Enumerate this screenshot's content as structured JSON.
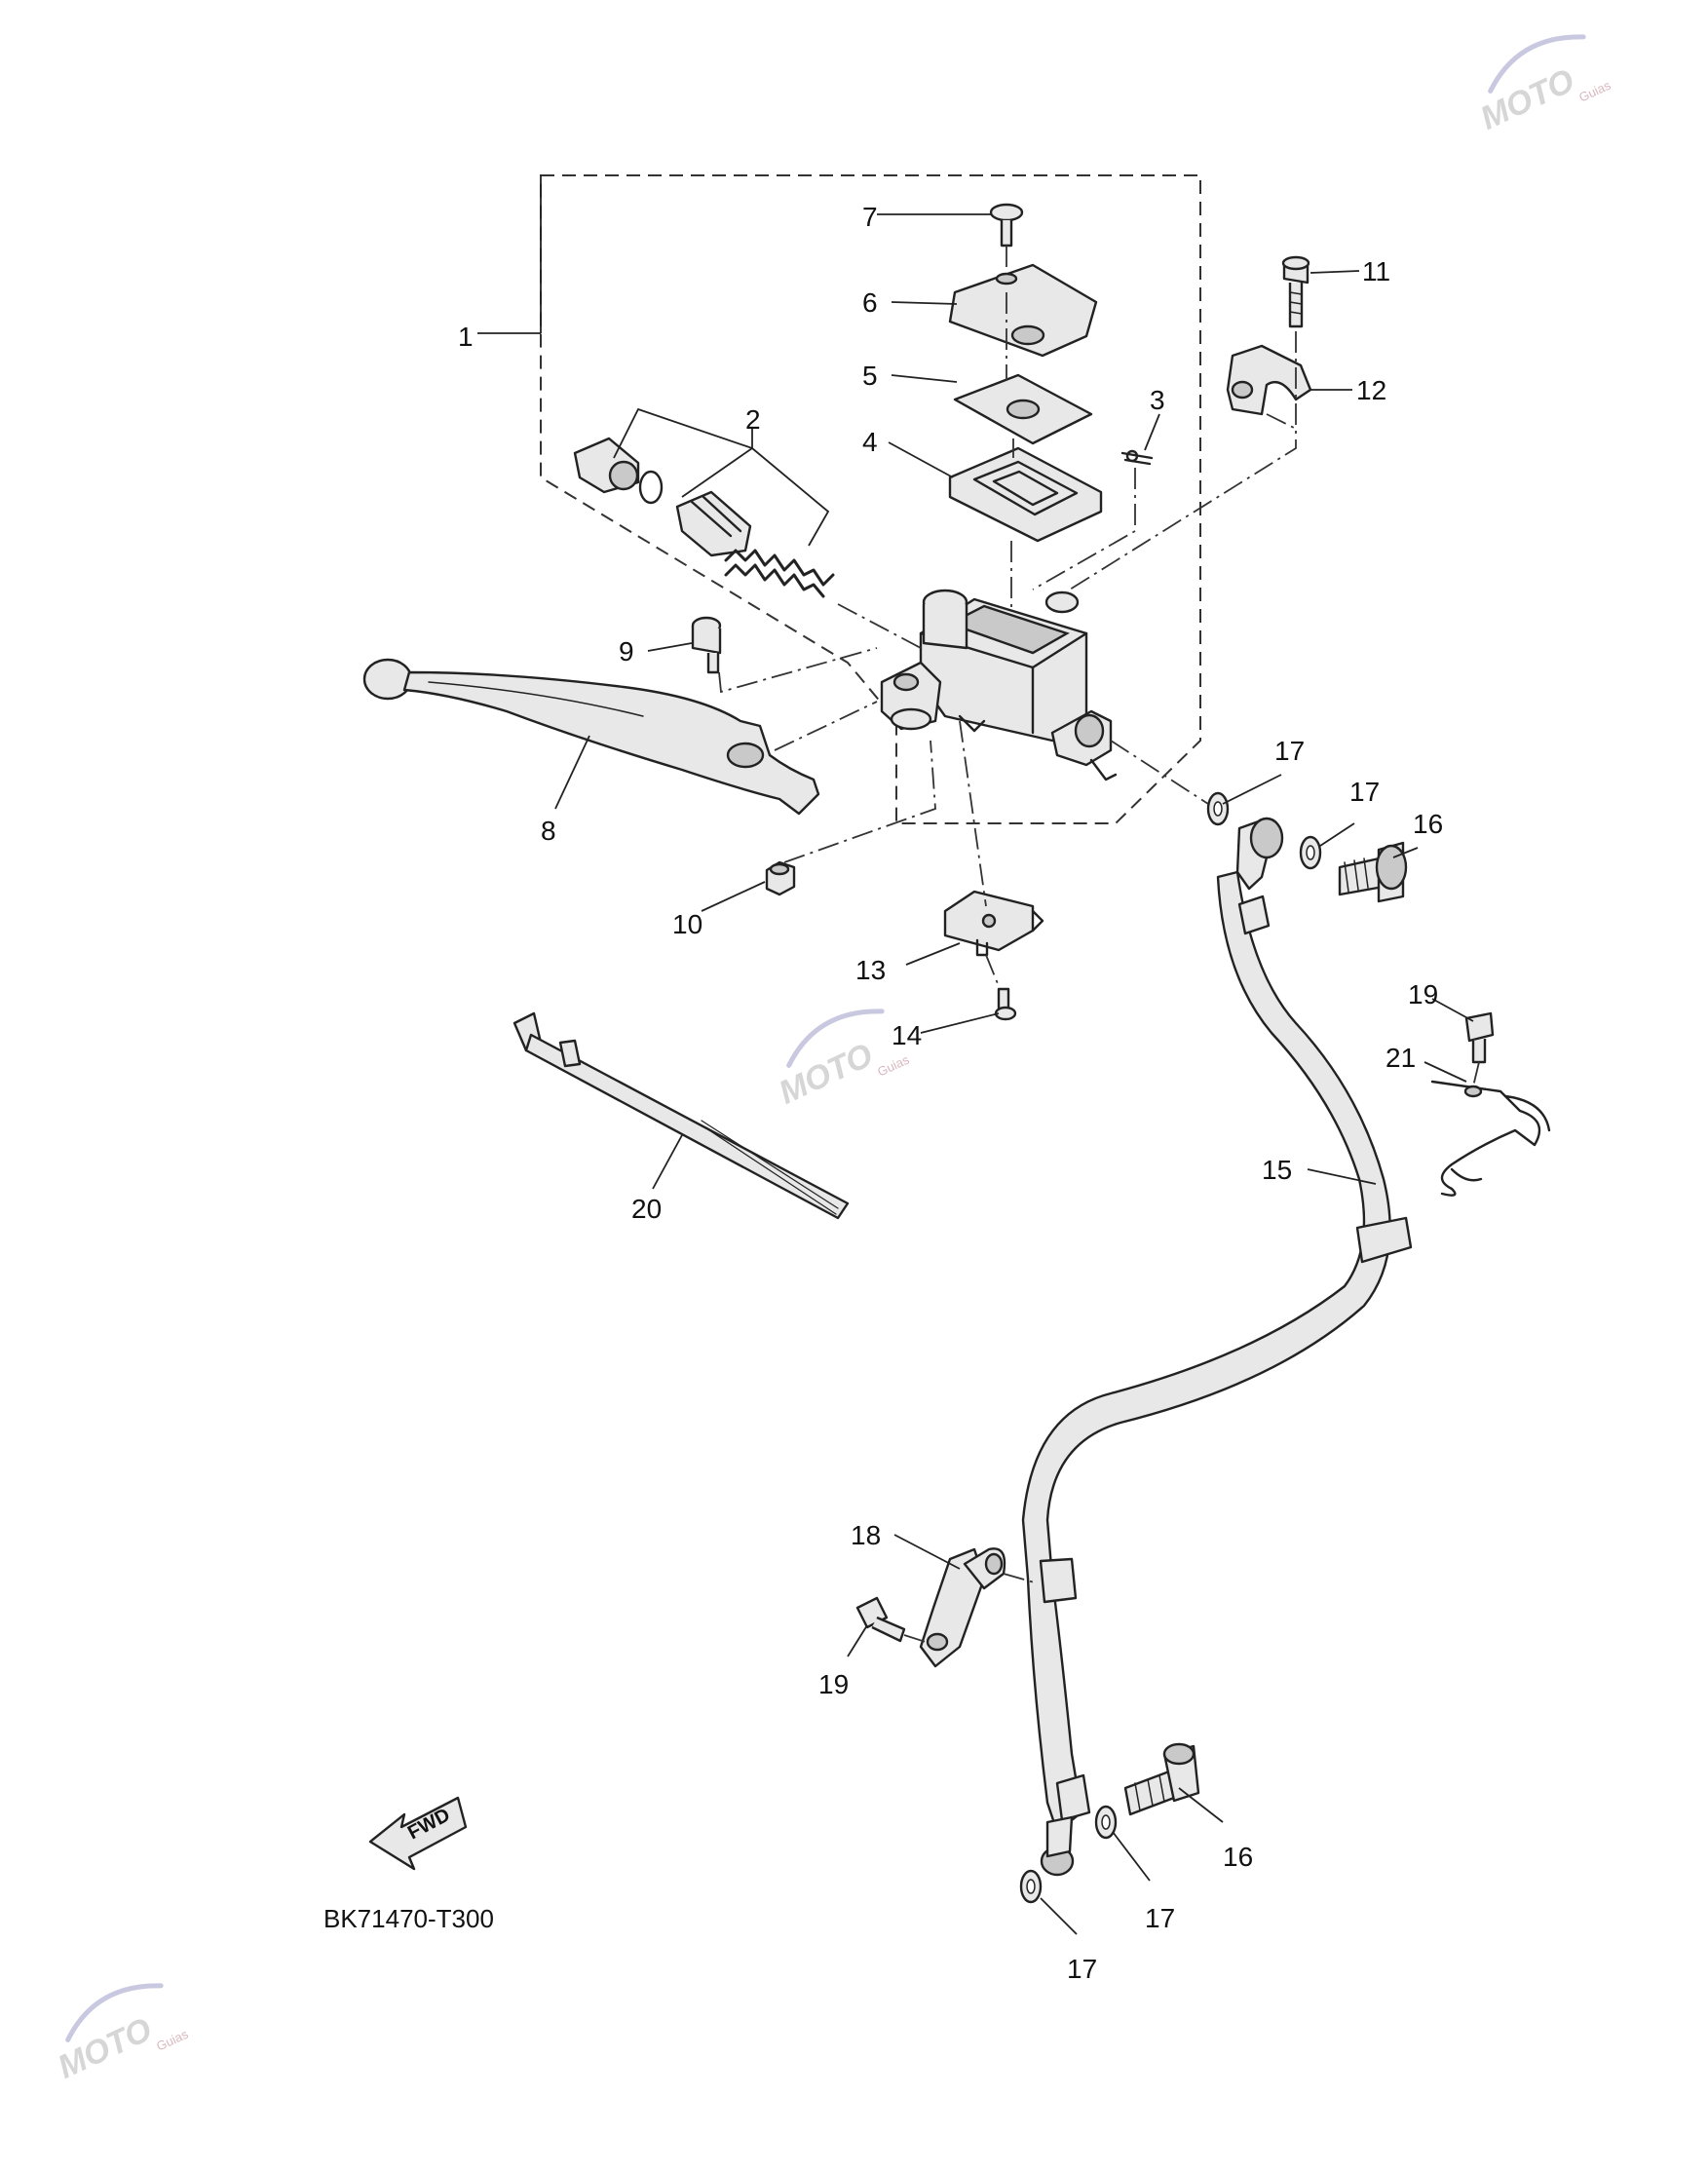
{
  "diagram_code": "BK71470-T300",
  "direction_label": "FWD",
  "watermark": {
    "text": "MOTO",
    "sub": "Guias"
  },
  "parts": [
    {
      "id": "p1",
      "num": "1",
      "name": "master-cylinder-assembly"
    },
    {
      "id": "p2",
      "num": "2",
      "name": "cylinder-kit"
    },
    {
      "id": "p3",
      "num": "3",
      "name": "cotter-pin"
    },
    {
      "id": "p4",
      "num": "4",
      "name": "diaphragm"
    },
    {
      "id": "p5",
      "num": "5",
      "name": "plate"
    },
    {
      "id": "p6",
      "num": "6",
      "name": "reservoir-cap"
    },
    {
      "id": "p7",
      "num": "7",
      "name": "cap-screw"
    },
    {
      "id": "p8",
      "num": "8",
      "name": "brake-lever"
    },
    {
      "id": "p9",
      "num": "9",
      "name": "lever-bolt"
    },
    {
      "id": "p10",
      "num": "10",
      "name": "nut"
    },
    {
      "id": "p11",
      "num": "11",
      "name": "holder-bolt"
    },
    {
      "id": "p12",
      "num": "12",
      "name": "master-cylinder-holder"
    },
    {
      "id": "p13",
      "num": "13",
      "name": "brake-switch"
    },
    {
      "id": "p14",
      "num": "14",
      "name": "switch-screw"
    },
    {
      "id": "p15",
      "num": "15",
      "name": "brake-hose"
    },
    {
      "id": "p16a",
      "num": "16",
      "name": "union-bolt-upper"
    },
    {
      "id": "p16b",
      "num": "16",
      "name": "union-bolt-lower"
    },
    {
      "id": "p17a",
      "num": "17",
      "name": "copper-washer-1"
    },
    {
      "id": "p17b",
      "num": "17",
      "name": "copper-washer-2"
    },
    {
      "id": "p17c",
      "num": "17",
      "name": "copper-washer-3"
    },
    {
      "id": "p17d",
      "num": "17",
      "name": "copper-washer-4"
    },
    {
      "id": "p18",
      "num": "18",
      "name": "hose-holder-lower"
    },
    {
      "id": "p19a",
      "num": "19",
      "name": "holder-bolt-upper"
    },
    {
      "id": "p19b",
      "num": "19",
      "name": "holder-bolt-lower"
    },
    {
      "id": "p20",
      "num": "20",
      "name": "cable-tie"
    },
    {
      "id": "p21",
      "num": "21",
      "name": "hose-guide"
    }
  ]
}
